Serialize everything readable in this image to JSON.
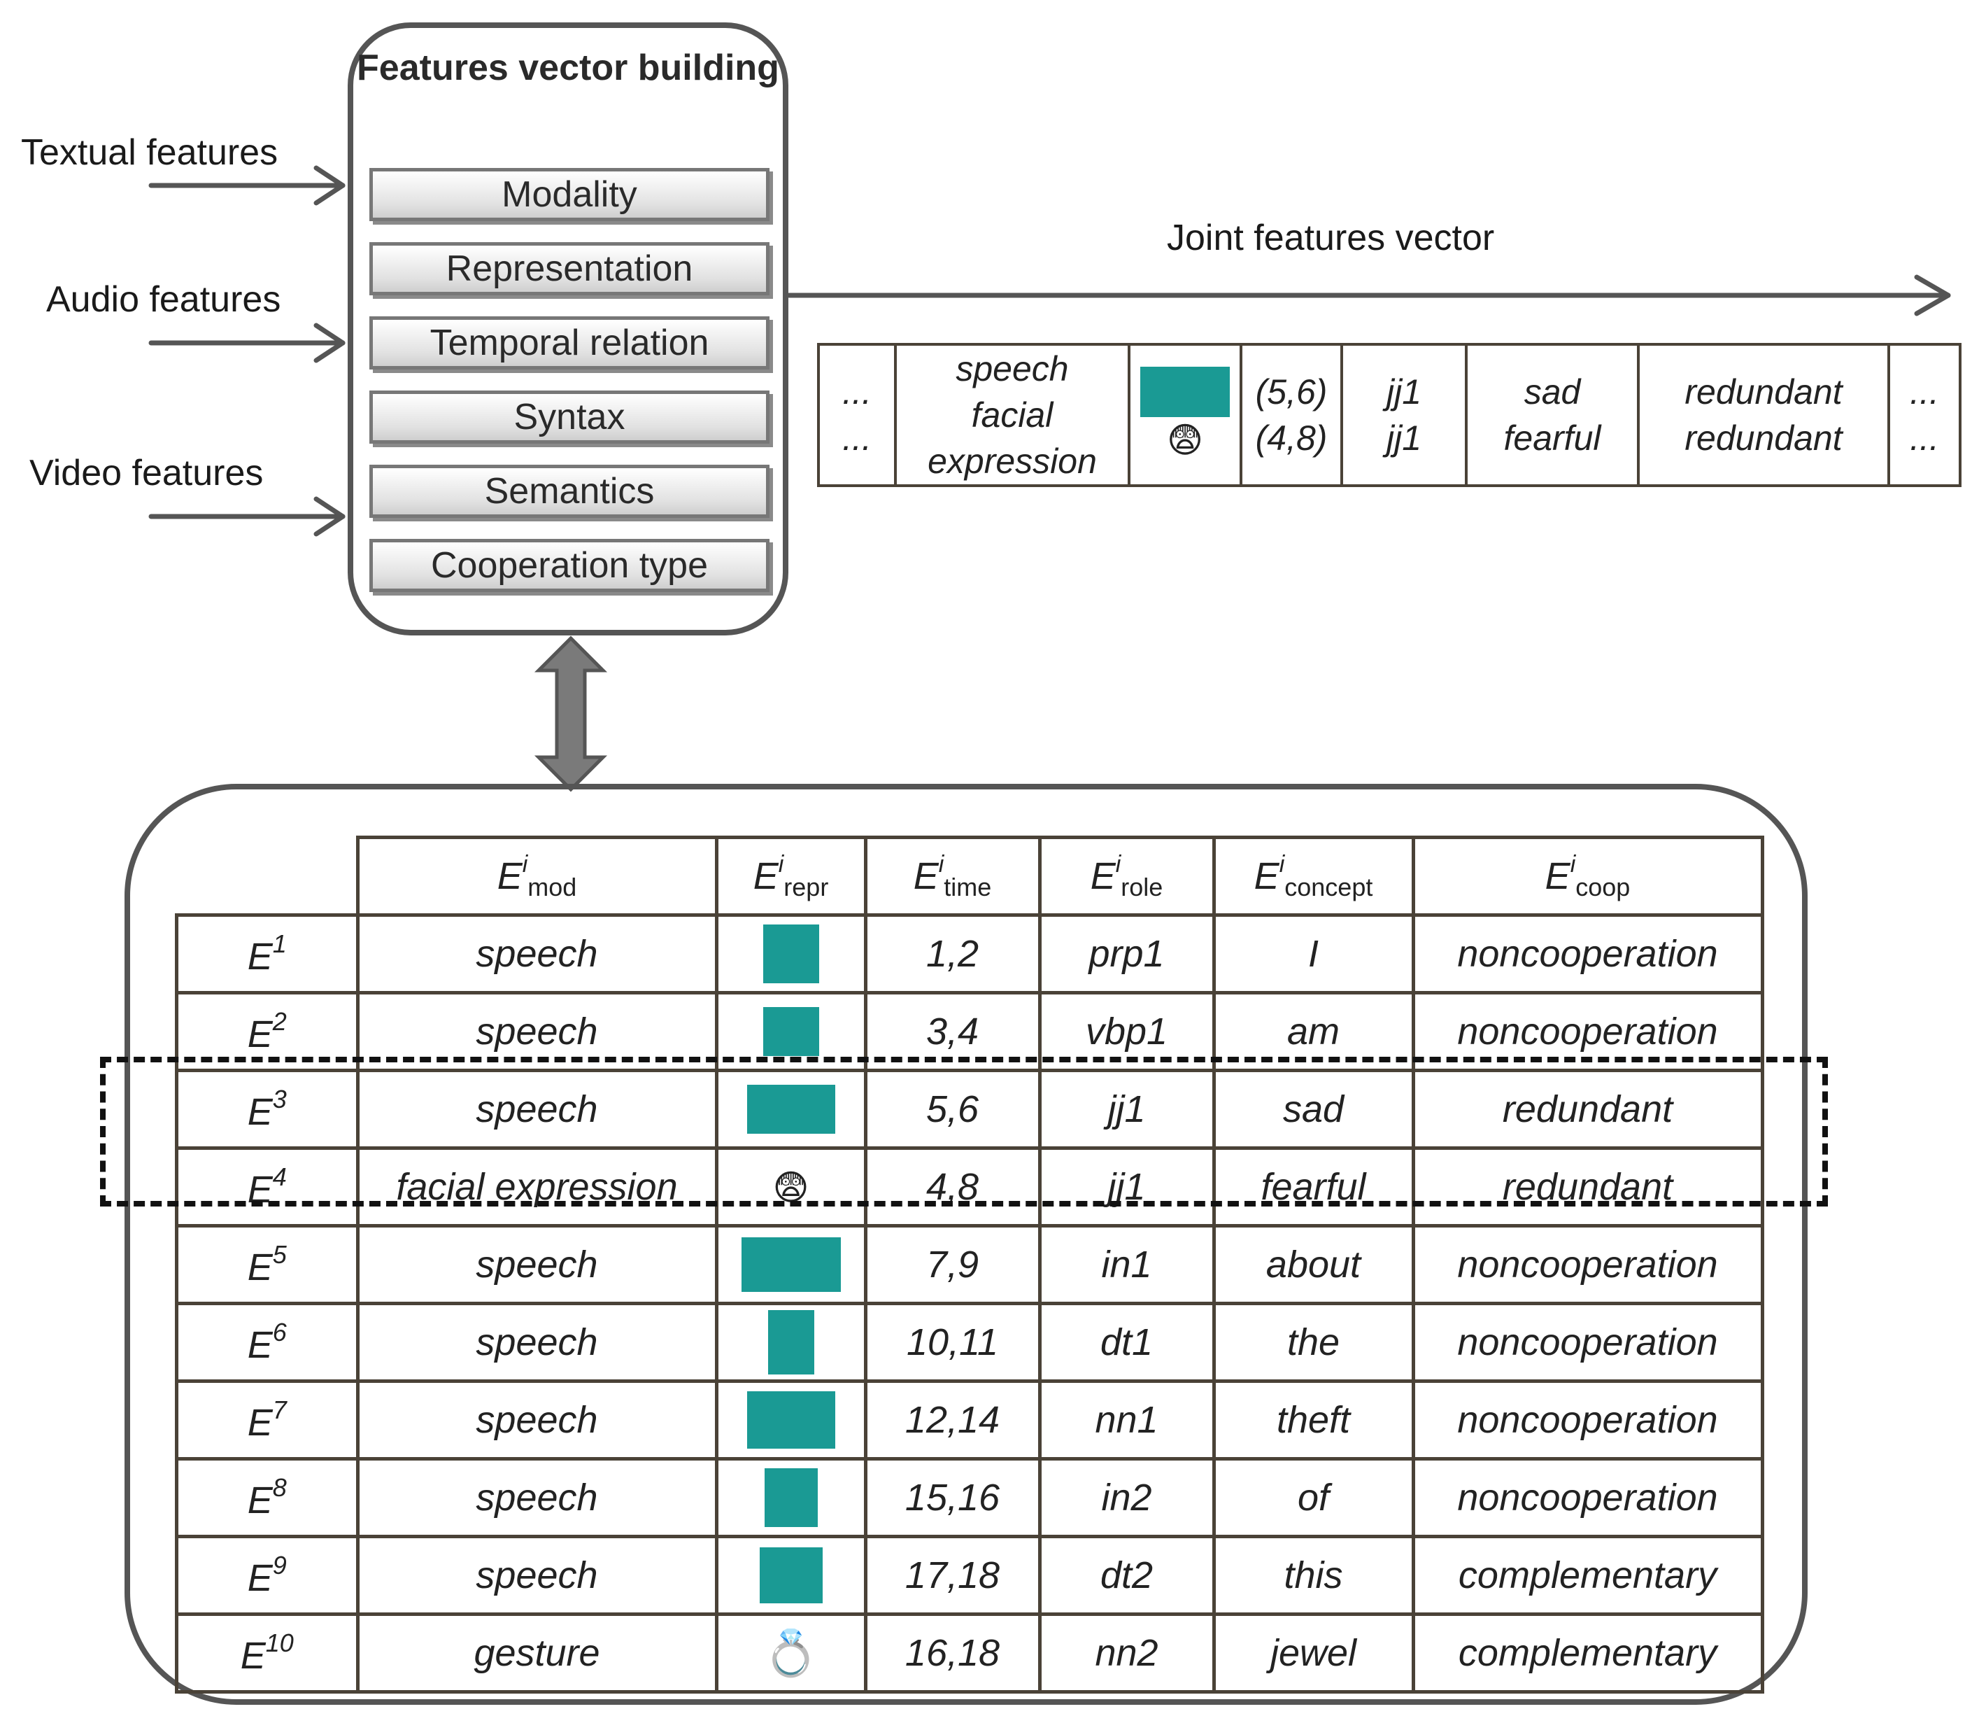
{
  "inputs": {
    "textual": "Textual features",
    "audio": "Audio features",
    "video": "Video features"
  },
  "builder": {
    "title": "Features vector building",
    "items": [
      "Modality",
      "Representation",
      "Temporal relation",
      "Syntax",
      "Semantics",
      "Cooperation type"
    ]
  },
  "joint": {
    "label": "Joint features vector",
    "ellipsis": "...",
    "mod": [
      "speech",
      "facial",
      "expression"
    ],
    "time": [
      "(5,6)",
      "(4,8)"
    ],
    "role": [
      "jj1",
      "jj1"
    ],
    "concept": [
      "sad",
      "fearful"
    ],
    "coop": [
      "redundant",
      "redundant"
    ]
  },
  "table": {
    "letter": "E",
    "sup": "i",
    "header_subs": [
      "mod",
      "repr",
      "time",
      "role",
      "concept",
      "coop"
    ],
    "rows": [
      {
        "sup": "1",
        "mod": "speech",
        "repr": "wave",
        "time": "1,2",
        "role": "prp1",
        "concept": "I",
        "coop": "noncooperation"
      },
      {
        "sup": "2",
        "mod": "speech",
        "repr": "wave",
        "time": "3,4",
        "role": "vbp1",
        "concept": "am",
        "coop": "noncooperation"
      },
      {
        "sup": "3",
        "mod": "speech",
        "repr": "wave",
        "time": "5,6",
        "role": "jj1",
        "concept": "sad",
        "coop": "redundant"
      },
      {
        "sup": "4",
        "mod": "facial expression",
        "repr": "fearful-face-icon",
        "time": "4,8",
        "role": "jj1",
        "concept": "fearful",
        "coop": "redundant"
      },
      {
        "sup": "5",
        "mod": "speech",
        "repr": "wave",
        "time": "7,9",
        "role": "in1",
        "concept": "about",
        "coop": "noncooperation"
      },
      {
        "sup": "6",
        "mod": "speech",
        "repr": "wave",
        "time": "10,11",
        "role": "dt1",
        "concept": "the",
        "coop": "noncooperation"
      },
      {
        "sup": "7",
        "mod": "speech",
        "repr": "wave",
        "time": "12,14",
        "role": "nn1",
        "concept": "theft",
        "coop": "noncooperation"
      },
      {
        "sup": "8",
        "mod": "speech",
        "repr": "wave",
        "time": "15,16",
        "role": "in2",
        "concept": "of",
        "coop": "noncooperation"
      },
      {
        "sup": "9",
        "mod": "speech",
        "repr": "wave",
        "time": "17,18",
        "role": "dt2",
        "concept": "this",
        "coop": "complementary"
      },
      {
        "sup": "10",
        "mod": "gesture",
        "repr": "ring-icon",
        "time": "16,18",
        "role": "nn2",
        "concept": "jewel",
        "coop": "complementary"
      }
    ]
  },
  "colors": {
    "line": "#555555",
    "waveform": "#1a9a94",
    "table_border": "#4a4237"
  }
}
